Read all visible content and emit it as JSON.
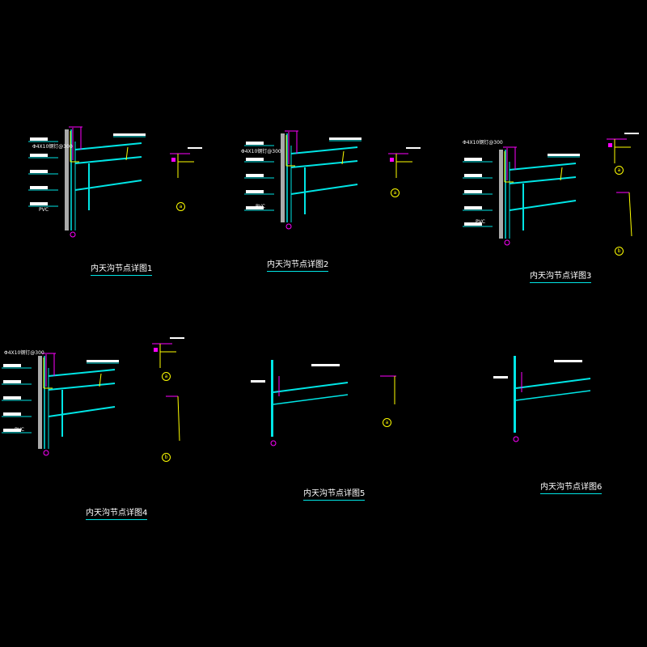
{
  "colors": {
    "background": "#000000",
    "structure": "#00e5e5",
    "dimension": "#ff00ff",
    "detail": "#ffff00",
    "text": "#ffffff"
  },
  "details": [
    {
      "title": "内天沟节点详图1",
      "anchor_label": "Φ4X10钢钉@300",
      "pvc_label": "PVC",
      "mark": "a"
    },
    {
      "title": "内天沟节点详图2",
      "anchor_label": "Φ4X10钢钉@300",
      "pvc_label": "PVC",
      "mark": "a"
    },
    {
      "title": "内天沟节点详图3",
      "anchor_label": "Φ4X10钢钉@300",
      "pvc_label": "PVC",
      "mark": "a",
      "mark2": "b"
    },
    {
      "title": "内天沟节点详图4",
      "anchor_label": "Φ4X10钢钉@300",
      "pvc_label": "PVC",
      "mark": "a",
      "mark2": "b"
    },
    {
      "title": "内天沟节点详图5",
      "mark": "a"
    },
    {
      "title": "内天沟节点详图6"
    }
  ]
}
